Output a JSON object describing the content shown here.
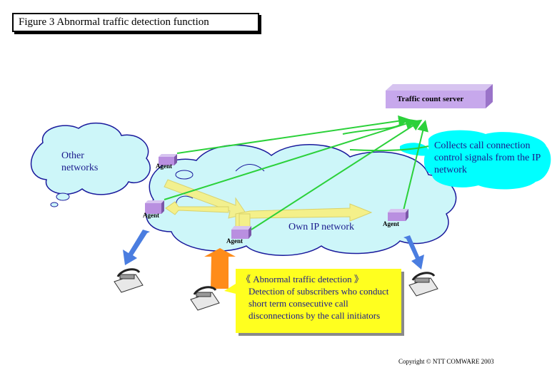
{
  "figure_title": "Figure 3  Abnormal traffic detection function",
  "server": {
    "label": "Traffic count server"
  },
  "clouds": {
    "other": "Other networks",
    "own": "Own IP network",
    "collects": "Collects call connection control signals from the IP network"
  },
  "agents": {
    "a1": "Agent",
    "a2": "Agent",
    "a3": "Agent",
    "a4": "Agent"
  },
  "detection": {
    "header": "《 Abnormal traffic detection 》",
    "body": "Detection of subscribers who conduct short term consecutive call disconnections by the call initiators"
  },
  "copyright": "Copyright ©  NTT COMWARE  2003",
  "colors": {
    "cloud_fill": "#cdf6f9",
    "cloud_stroke": "#1a1a9c",
    "arrow_green": "#2bd13a",
    "arrow_yellow": "#f4f08a",
    "agent_purple": "#b98fe0",
    "callout_fill": "#ffff1f"
  }
}
